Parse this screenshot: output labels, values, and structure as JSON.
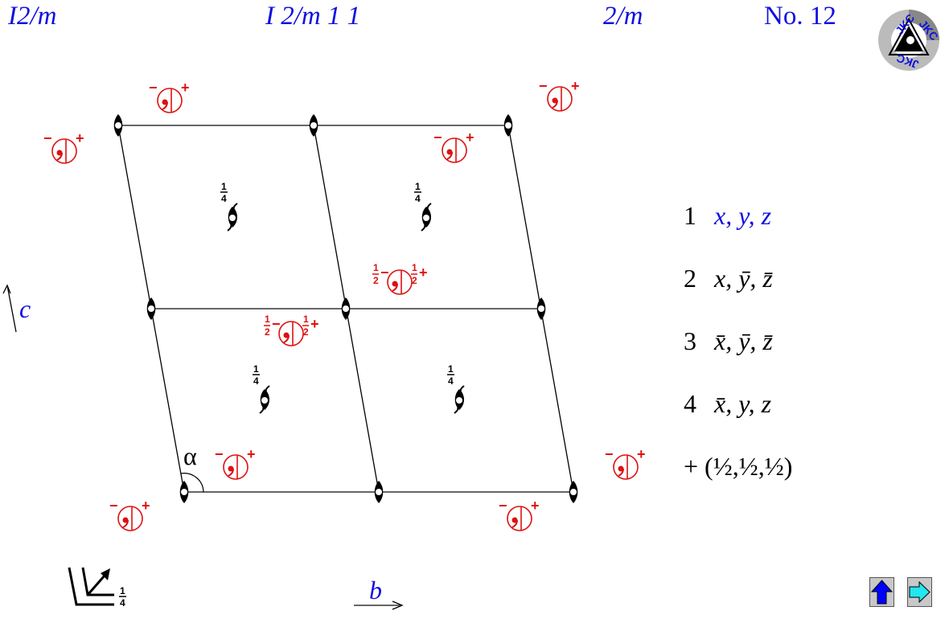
{
  "header": {
    "short_symbol": "I2/m",
    "full_symbol": "I 2/m 1 1",
    "point_group": "2/m",
    "number_label": "No. 12",
    "logo_text": "JKC"
  },
  "axes": {
    "vertical": "c",
    "horizontal": "b",
    "angle": "α"
  },
  "height_legend": "1/4",
  "positions": [
    {
      "num": "1",
      "coords": "x, y, z"
    },
    {
      "num": "2",
      "coords": "x, ȳ, z̄"
    },
    {
      "num": "3",
      "coords": "x̄, ȳ, z̄"
    },
    {
      "num": "4",
      "coords": "x̄, y, z"
    }
  ],
  "centering": "+ (½,½,½)",
  "symbols": {
    "twofold_height": "1/4",
    "pair_minus": "−",
    "pair_plus": "+",
    "pair_half_minus": "½−",
    "pair_half_plus": "½+"
  },
  "nav": {
    "up": "up-arrow",
    "next": "right-arrow"
  },
  "colors": {
    "title_blue": "#1010e0",
    "symbol_red": "#dd1111"
  }
}
